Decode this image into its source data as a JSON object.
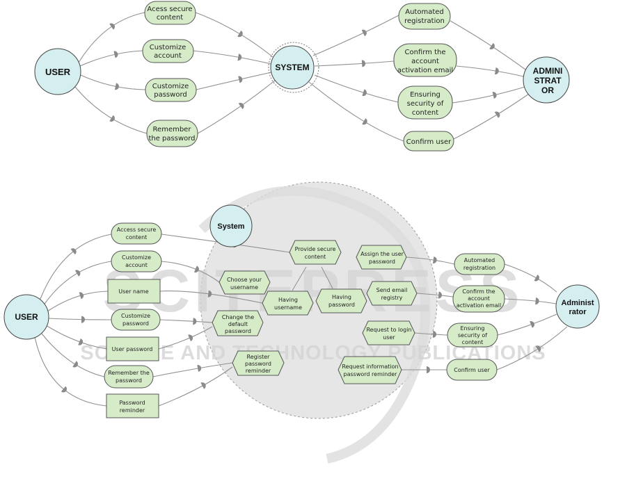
{
  "top": {
    "user": "USER",
    "system": "SYSTEM",
    "admin": [
      "ADMINI",
      "STRAT",
      "OR"
    ],
    "user_cases": [
      [
        "Acess secure",
        "content"
      ],
      [
        "Customize",
        "account"
      ],
      [
        "Customize",
        "password"
      ],
      [
        "Remember",
        "the password"
      ]
    ],
    "admin_cases": [
      [
        "Automated",
        "registration"
      ],
      [
        "Confirm the",
        "account",
        "activation email"
      ],
      [
        "Ensuring",
        "security of",
        "content"
      ],
      [
        "Confirm user"
      ]
    ]
  },
  "bottom": {
    "user": "USER",
    "system": "System",
    "admin": [
      "Administ",
      "rator"
    ],
    "user_cases": [
      [
        "Access secure",
        "content"
      ],
      [
        "Customize",
        "account"
      ],
      [
        "Customize",
        "password"
      ],
      [
        "Remember the",
        "password"
      ]
    ],
    "data_boxes": [
      [
        "User name"
      ],
      [
        "User password"
      ],
      [
        "Password",
        "reminder"
      ]
    ],
    "system_hexes": [
      [
        "Provide secure",
        "content"
      ],
      [
        "Choose your",
        "username"
      ],
      [
        "Having",
        "username"
      ],
      [
        "Having",
        "password"
      ],
      [
        "Change the",
        "default",
        "password"
      ],
      [
        "Register",
        "password",
        "reminder"
      ],
      [
        "Assign the user",
        "password"
      ],
      [
        "Send email",
        "registry"
      ],
      [
        "Request to login",
        "user"
      ],
      [
        "Request information",
        "password reminder"
      ]
    ],
    "admin_cases": [
      [
        "Automated",
        "registration"
      ],
      [
        "Confirm the",
        "account",
        "activation email"
      ],
      [
        "Ensuring",
        "security of",
        "content"
      ],
      [
        "Confirm user"
      ]
    ]
  },
  "watermark": {
    "main": "SCITEPRESS",
    "sub": "SCIENCE AND TECHNOLOGY PUBLICATIONS"
  },
  "colors": {
    "actor_fill": "#d5eef0",
    "usecase_fill": "#d6ecc8",
    "system_region": "#e6e6e6",
    "line": "#909090"
  }
}
